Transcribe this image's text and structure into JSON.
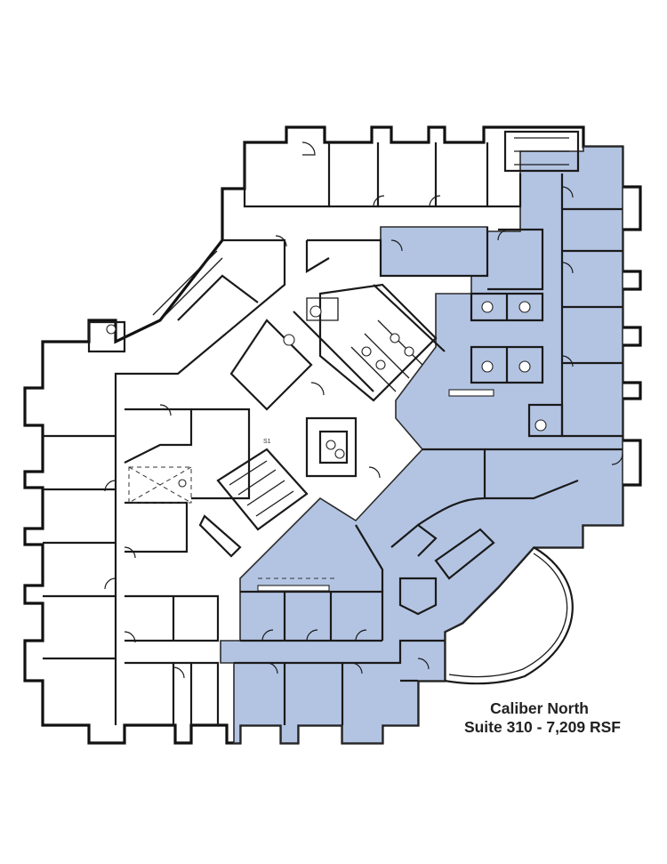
{
  "plan": {
    "building_name": "Caliber North",
    "suite_label": "Suite 310 - 7,209 RSF",
    "stair_tag": "S1",
    "colors": {
      "suite_fill": "#b3c4e3",
      "wall": "#1a1a1a",
      "background": "#ffffff"
    }
  }
}
